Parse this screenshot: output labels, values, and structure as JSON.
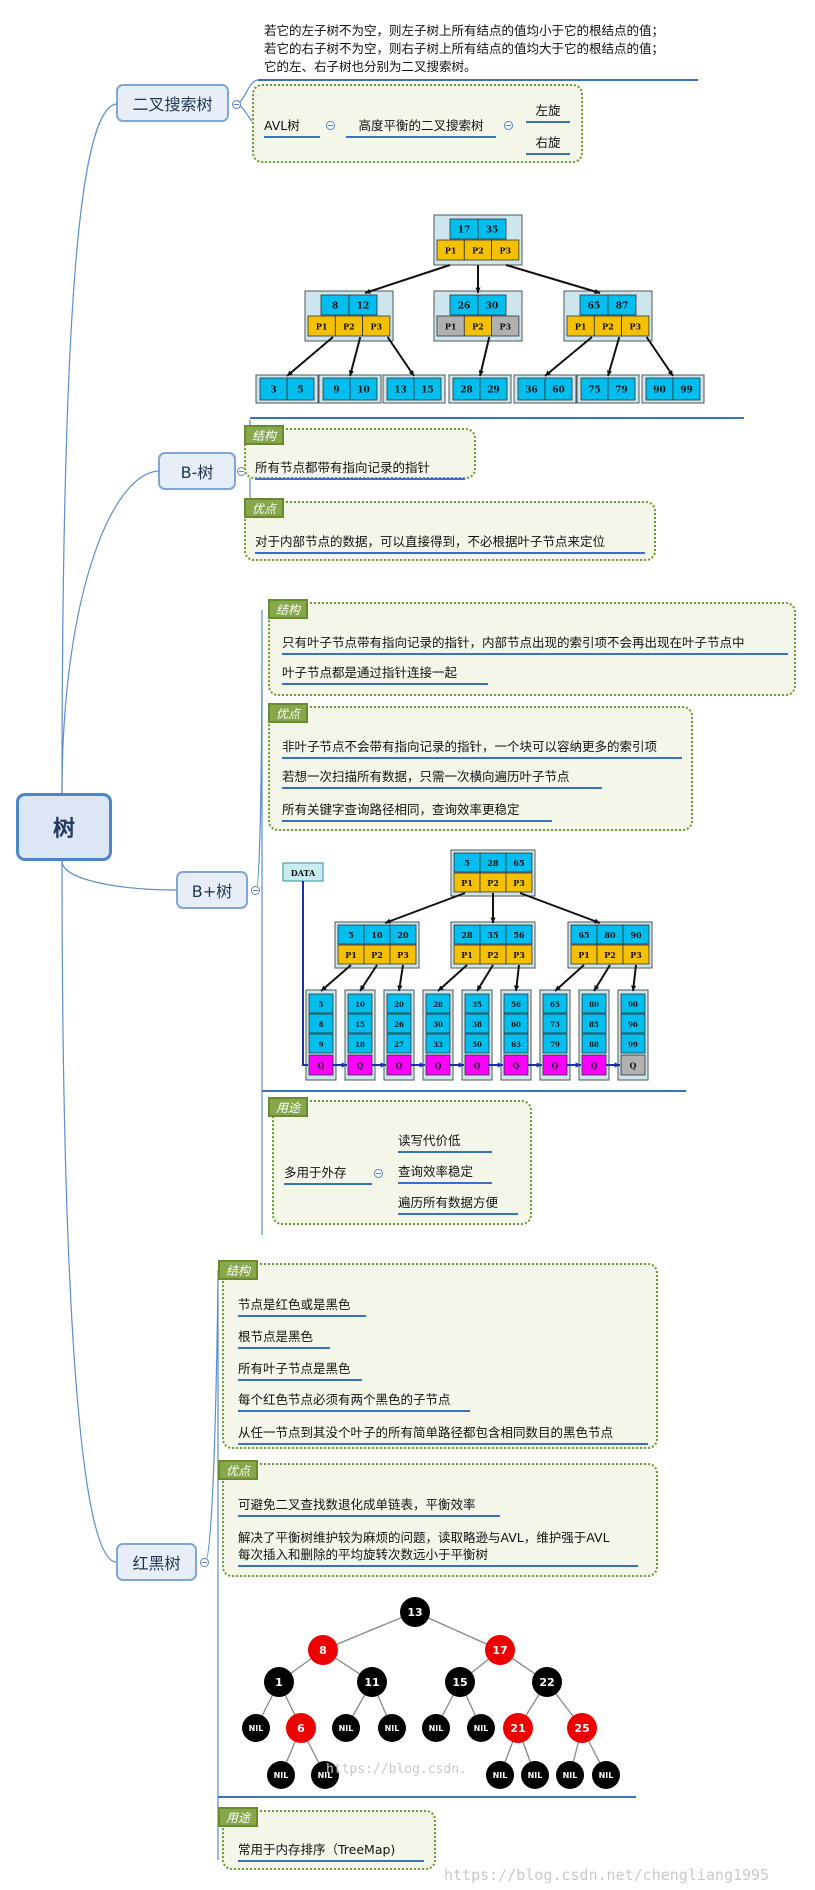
{
  "root": "树",
  "topics": {
    "bst": "二叉搜索树",
    "btree": "B-树",
    "bplus": "B+树",
    "rbtree": "红黑树"
  },
  "bst": {
    "description": [
      "若它的左子树不为空，则左子树上所有结点的值均小于它的根结点的值；",
      "若它的右子树不为空，则右子树上所有结点的值均大于它的根结点的值；",
      "它的左、右子树也分别为二叉搜索树。"
    ],
    "avl": "AVL树",
    "avl_desc": "高度平衡的二叉搜索树",
    "rotations": [
      "左旋",
      "右旋"
    ]
  },
  "btree": {
    "structure_tag": "结构",
    "structure": "所有节点都带有指向记录的指针",
    "advantage_tag": "优点",
    "advantage": "对于内部节点的数据，可以直接得到，不必根据叶子节点来定位",
    "diagram": {
      "root": {
        "keys": [
          "17",
          "35"
        ],
        "ptrs": [
          "P1",
          "P2",
          "P3"
        ]
      },
      "internal": [
        {
          "keys": [
            "8",
            "12"
          ],
          "ptrs": [
            "P1",
            "P2",
            "P3"
          ]
        },
        {
          "keys": [
            "26",
            "30"
          ],
          "ptrs": [
            "P1",
            "P2",
            "P3"
          ]
        },
        {
          "keys": [
            "65",
            "87"
          ],
          "ptrs": [
            "P1",
            "P2",
            "P3"
          ]
        }
      ],
      "leaves": [
        [
          "3",
          "5"
        ],
        [
          "9",
          "10"
        ],
        [
          "13",
          "15"
        ],
        [
          "28",
          "29"
        ],
        [
          "36",
          "60"
        ],
        [
          "75",
          "79"
        ],
        [
          "90",
          "99"
        ]
      ]
    }
  },
  "bplus": {
    "structure_tag": "结构",
    "structure": [
      "只有叶子节点带有指向记录的指针，内部节点出现的索引项不会再出现在叶子节点中",
      "叶子节点都是通过指针连接一起"
    ],
    "advantage_tag": "优点",
    "advantages": [
      "非叶子节点不会带有指向记录的指针，一个块可以容纳更多的索引项",
      "若想一次扫描所有数据，只需一次横向遍历叶子节点",
      "所有关键字查询路径相同，查询效率更稳定"
    ],
    "usage_tag": "用途",
    "usage": "多用于外存",
    "usage_items": [
      "读写代价低",
      "查询效率稳定",
      "遍历所有数据方便"
    ],
    "diagram": {
      "data_label": "DATA",
      "root": {
        "keys": [
          "5",
          "28",
          "65"
        ],
        "ptrs": [
          "P1",
          "P2",
          "P3"
        ]
      },
      "internal": [
        {
          "keys": [
            "5",
            "10",
            "20"
          ],
          "ptrs": [
            "P1",
            "P2",
            "P3"
          ]
        },
        {
          "keys": [
            "28",
            "35",
            "56"
          ],
          "ptrs": [
            "P1",
            "P2",
            "P3"
          ]
        },
        {
          "keys": [
            "65",
            "80",
            "90"
          ],
          "ptrs": [
            "P1",
            "P2",
            "P3"
          ]
        }
      ],
      "leaves": [
        [
          "5",
          "8",
          "9"
        ],
        [
          "10",
          "15",
          "18"
        ],
        [
          "20",
          "26",
          "27"
        ],
        [
          "28",
          "30",
          "33"
        ],
        [
          "35",
          "38",
          "50"
        ],
        [
          "56",
          "60",
          "63"
        ],
        [
          "65",
          "73",
          "79"
        ],
        [
          "80",
          "85",
          "88"
        ],
        [
          "90",
          "96",
          "99"
        ]
      ],
      "leaf_ptr": "Q"
    }
  },
  "rbtree": {
    "structure_tag": "结构",
    "structure": [
      "节点是红色或是黑色",
      "根节点是黑色",
      "所有叶子节点是黑色",
      "每个红色节点必须有两个黑色的子节点",
      "从任一节点到其没个叶子的所有简单路径都包含相同数目的黑色节点"
    ],
    "advantage_tag": "优点",
    "advantages": [
      "可避免二叉查找数退化成单链表，平衡效率",
      "解决了平衡树维护较为麻烦的问题，读取略逊与AVL，维护强于AVL",
      "每次插入和删除的平均旋转次数远小于平衡树"
    ],
    "usage_tag": "用途",
    "usage": "常用于内存排序（TreeMap)",
    "diagram": {
      "nodes": {
        "n13": {
          "label": "13",
          "color": "black"
        },
        "n8": {
          "label": "8",
          "color": "red"
        },
        "n17": {
          "label": "17",
          "color": "red"
        },
        "n1": {
          "label": "1",
          "color": "black"
        },
        "n11": {
          "label": "11",
          "color": "black"
        },
        "n15": {
          "label": "15",
          "color": "black"
        },
        "n22": {
          "label": "22",
          "color": "black"
        },
        "n6": {
          "label": "6",
          "color": "red"
        },
        "n21": {
          "label": "21",
          "color": "red"
        },
        "n25": {
          "label": "25",
          "color": "red"
        }
      },
      "nil_label": "NIL"
    }
  },
  "watermarks": [
    "https://blog.csdn.",
    "https://blog.csdn.net/chengliang1995"
  ],
  "colors": {
    "key_cell": "#00bfef",
    "ptr_cell": "#f5c000",
    "gray_cell": "#b0b0b0",
    "q_cell": "#ff00ff",
    "red_node": "#ee0000",
    "black_node": "#000000",
    "branch": "#5b8ed0",
    "box_border": "#6e9a32"
  }
}
